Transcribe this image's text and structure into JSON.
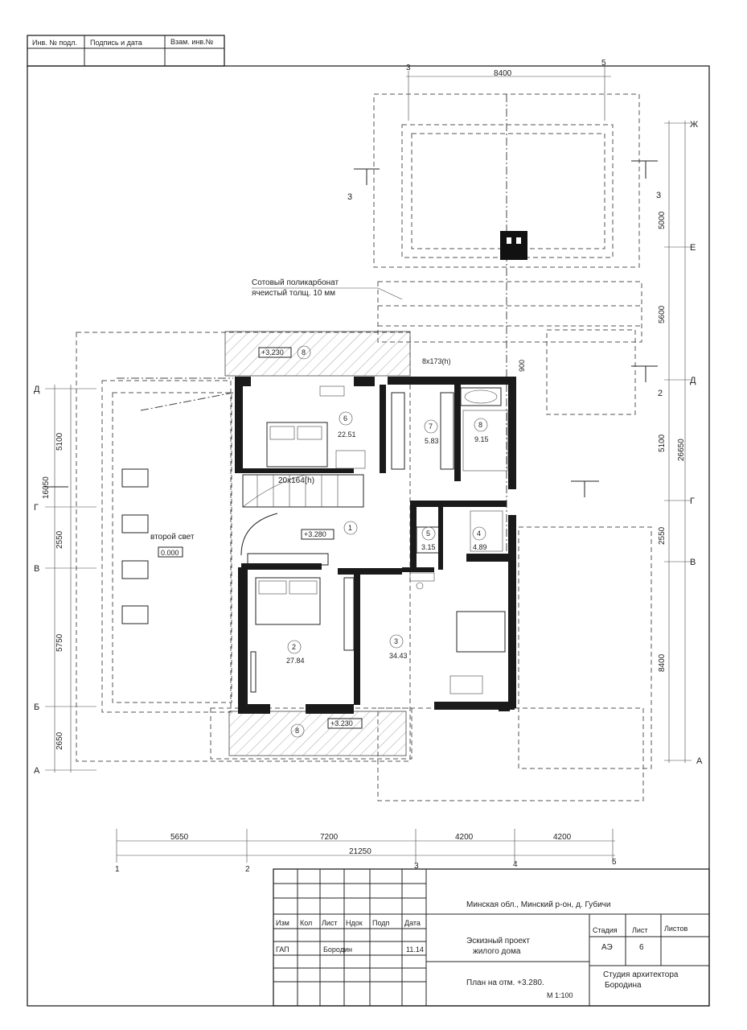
{
  "top_stamp": {
    "cells": [
      "Инв. № подл.",
      "Подпись и дата",
      "Взам. инв.№"
    ]
  },
  "notes": {
    "polycarbonate_line1": "Сотовый поликарбонат",
    "polycarbonate_line2": "ячеистый толщ. 10 мм",
    "second_light": "второй свет",
    "second_light_level": "0.000"
  },
  "stairs": {
    "main": "20х164(h)",
    "upper": "8х173(h)"
  },
  "levels": {
    "top_terrace": "+3.230",
    "hall": "+3.280",
    "bottom_terrace": "+3.230"
  },
  "rooms": [
    {
      "num": "1",
      "area": ""
    },
    {
      "num": "2",
      "area": "27.84"
    },
    {
      "num": "3",
      "area": "34.43"
    },
    {
      "num": "4",
      "area": "4.89"
    },
    {
      "num": "5",
      "area": "3.15"
    },
    {
      "num": "6",
      "area": "22.51"
    },
    {
      "num": "7",
      "area": "5.83"
    },
    {
      "num": "8",
      "area": "9.15"
    },
    {
      "num": "8",
      "area": ""
    },
    {
      "num": "8",
      "area": ""
    }
  ],
  "axes": {
    "letters": [
      "Д",
      "Г",
      "В",
      "Б",
      "А"
    ],
    "right_letters": [
      "Ж",
      "Е",
      "Д",
      "Г",
      "В",
      "А"
    ],
    "numbers": [
      "1",
      "2",
      "3",
      "4",
      "5"
    ],
    "top_numbers": [
      "3",
      "5"
    ]
  },
  "dims": {
    "top": "8400",
    "bottom": [
      "5650",
      "7200",
      "4200",
      "4200"
    ],
    "bottom_total": "21250",
    "left": [
      "5100",
      "2550",
      "5750",
      "2650"
    ],
    "left_total": "16050",
    "right": [
      "5000",
      "5600",
      "5100",
      "2550",
      "8400"
    ],
    "right_total": "26650",
    "small_door": "900"
  },
  "section_marks": [
    "3",
    "3",
    "2"
  ],
  "title_block": {
    "headers": [
      "Изм",
      "Кол",
      "Лист",
      "Ндок",
      "Подп",
      "Дата"
    ],
    "row_role": "ГАП",
    "row_name": "Бородин",
    "row_date": "11.14",
    "address": "Минская обл., Минский р-он, д. Губичи",
    "project_line1": "Эскизный проект",
    "project_line2": "жилого дома",
    "stage_label": "Стадия",
    "sheet_label": "Лист",
    "sheets_label": "Листов",
    "stage": "АЭ",
    "sheet": "6",
    "plan": "План на отм. +3.280.",
    "scale": "М 1:100",
    "studio_line1": "Студия архитектора",
    "studio_line2": "Бородина"
  }
}
